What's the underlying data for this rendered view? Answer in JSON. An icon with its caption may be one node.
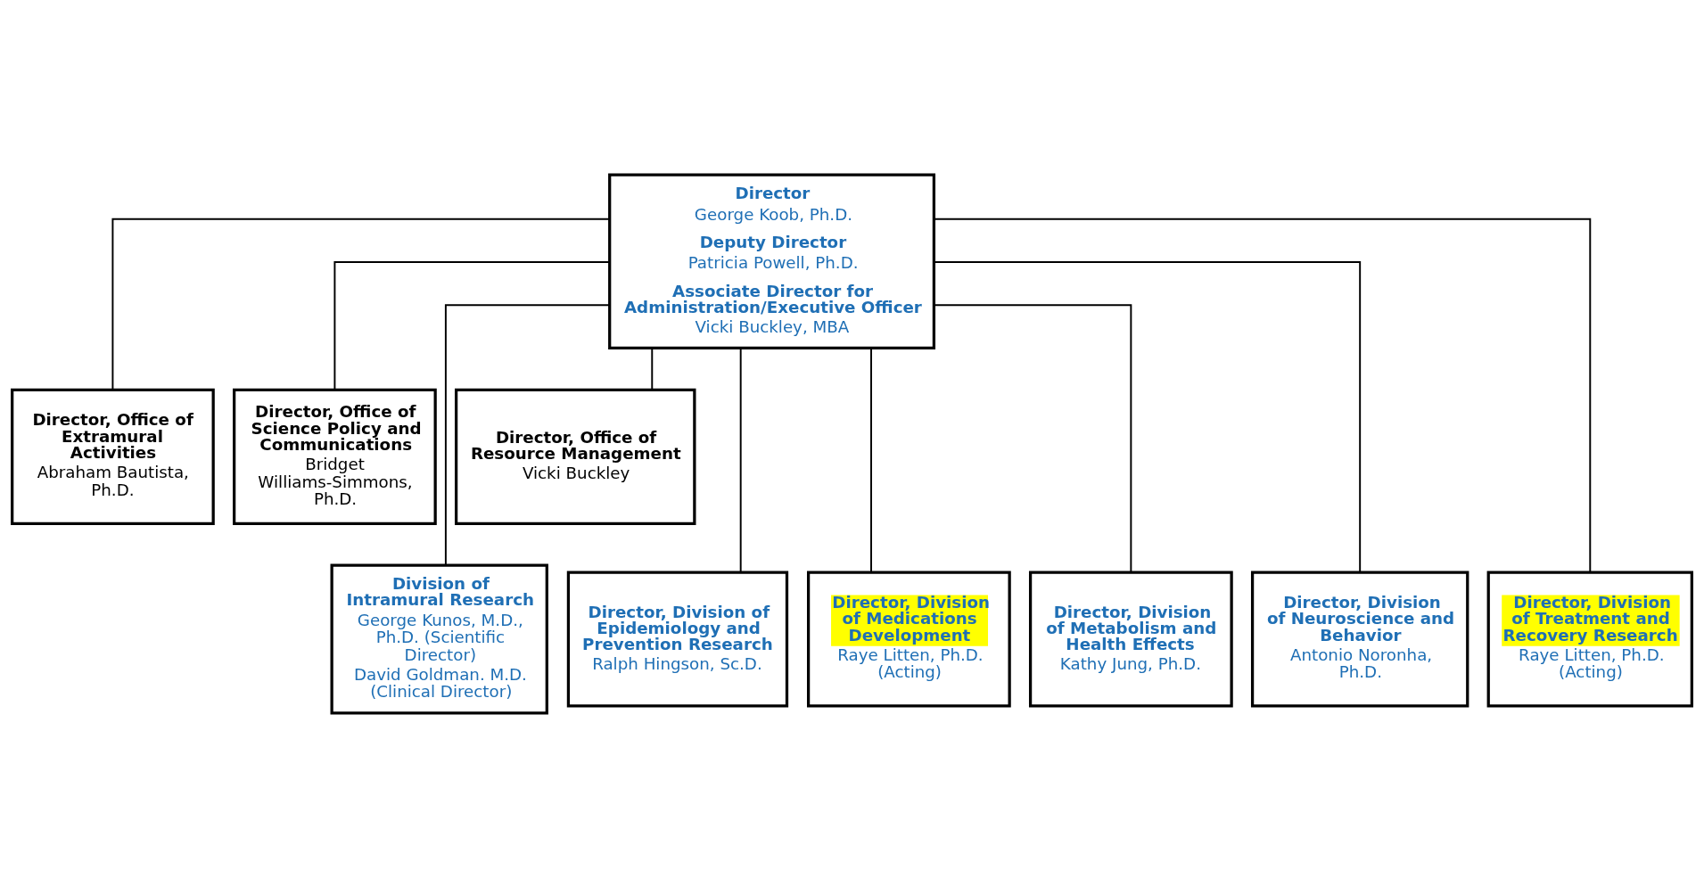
{
  "diagram": {
    "nodes": [
      {
        "text": [
          "Director",
          "George Koob, Ph.D.",
          "Deputy Director",
          "Patricia Powell, Ph.D.",
          "Associate Director for Administration/Executive Officer",
          "Vicki Buckley, MBA"
        ]
      },
      {
        "text": [
          "Director, Office of Extramural Activities",
          "Abraham Bautista, Ph.D."
        ]
      },
      {
        "text": [
          "Director, Office of Science Policy and Communications",
          "Bridget Williams-Simmons, Ph.D."
        ]
      },
      {
        "text": [
          "Director, Office of Resource Management",
          "Vicki Buckley"
        ]
      },
      {
        "text": [
          "Division of Intramural Research",
          "George Kunos, M.D., Ph.D. (Scientific Director)",
          "David Goldman. M.D. (Clinical Director)"
        ]
      },
      {
        "text": [
          "Director, Division of Epidemiology and Prevention Research",
          "Ralph Hingson, Sc.D."
        ]
      },
      {
        "text": [
          "Director, Division of Medications Development",
          "Raye Litten, Ph.D. (Acting)"
        ]
      },
      {
        "text": [
          "Director, Division of Metabolism and Health Effects",
          "Kathy Jung, Ph.D."
        ]
      },
      {
        "text": [
          "Director, Division of Neuroscience and Behavior",
          "Antonio Noronha, Ph.D."
        ]
      },
      {
        "text": [
          "Director, Division of Treatment and Recovery Research",
          "Raye Litten, Ph.D. (Acting)"
        ]
      }
    ],
    "edges": [
      {
        "from": 0,
        "to": 1,
        "arrow": "none"
      },
      {
        "from": 0,
        "to": 2,
        "arrow": "none"
      },
      {
        "from": 0,
        "to": 3,
        "arrow": "none"
      },
      {
        "from": 0,
        "to": 4,
        "arrow": "none"
      },
      {
        "from": 0,
        "to": 5,
        "arrow": "none"
      },
      {
        "from": 0,
        "to": 6,
        "arrow": "none"
      },
      {
        "from": 0,
        "to": 7,
        "arrow": "none"
      },
      {
        "from": 0,
        "to": 8,
        "arrow": "none"
      },
      {
        "from": 0,
        "to": 9,
        "arrow": "none"
      }
    ]
  }
}
